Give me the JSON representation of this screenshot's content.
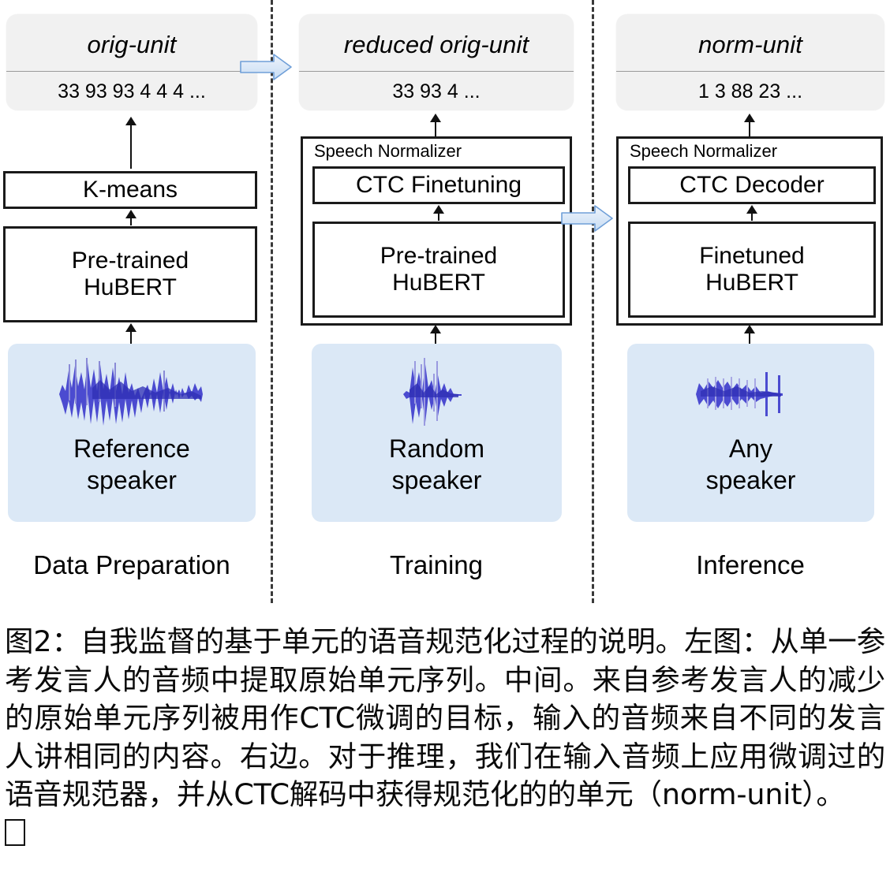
{
  "figure": {
    "columns": [
      {
        "id": "data-preparation",
        "stage_label": "Data Preparation",
        "unit_card": {
          "title": "orig-unit",
          "sequence": "33 93 93 4 4 4 ..."
        },
        "boxes": [
          {
            "id": "kmeans",
            "label": "K-means"
          },
          {
            "id": "hubert",
            "label": "Pre-trained\nHuBERT"
          }
        ],
        "speaker": {
          "line1": "Reference",
          "line2": "speaker",
          "icon": "audio-waveform"
        }
      },
      {
        "id": "training",
        "stage_label": "Training",
        "unit_card": {
          "title": "reduced orig-unit",
          "sequence": "33 93 4 ..."
        },
        "normalizer_label": "Speech Normalizer",
        "boxes": [
          {
            "id": "ctc-finetuning",
            "label": "CTC Finetuning"
          },
          {
            "id": "hubert",
            "label": "Pre-trained\nHuBERT"
          }
        ],
        "speaker": {
          "line1": "Random",
          "line2": "speaker",
          "icon": "audio-waveform"
        }
      },
      {
        "id": "inference",
        "stage_label": "Inference",
        "unit_card": {
          "title": "norm-unit",
          "sequence": "1 3 88 23 ..."
        },
        "normalizer_label": "Speech Normalizer",
        "boxes": [
          {
            "id": "ctc-decoder",
            "label": "CTC Decoder"
          },
          {
            "id": "hubert",
            "label": "Finetuned\nHuBERT"
          }
        ],
        "speaker": {
          "line1": "Any",
          "line2": "speaker",
          "icon": "audio-waveform"
        }
      }
    ],
    "colors": {
      "unit_card_bg": "#f1f1f1",
      "speaker_card_bg": "#dbe8f6",
      "waveform": "#4040cc",
      "box_border": "#1a1a1a",
      "block_arrow_fill": "#d6e4f5",
      "block_arrow_stroke": "#5b8fd0",
      "divider": "#3a3a3a"
    }
  },
  "caption": {
    "text": "图2：自我监督的基于单元的语音规范化过程的说明。左图：从单一参考发言人的音频中提取原始单元序列。中间。来自参考发言人的减少的原始单元序列被用作CTC微调的目标，输入的音频来自不同的发言人讲相同的内容。右边。对于推理，我们在输入音频上应用微调过的语音规范器，并从CTC解码中获得规范化的的单元（norm-unit）。"
  }
}
